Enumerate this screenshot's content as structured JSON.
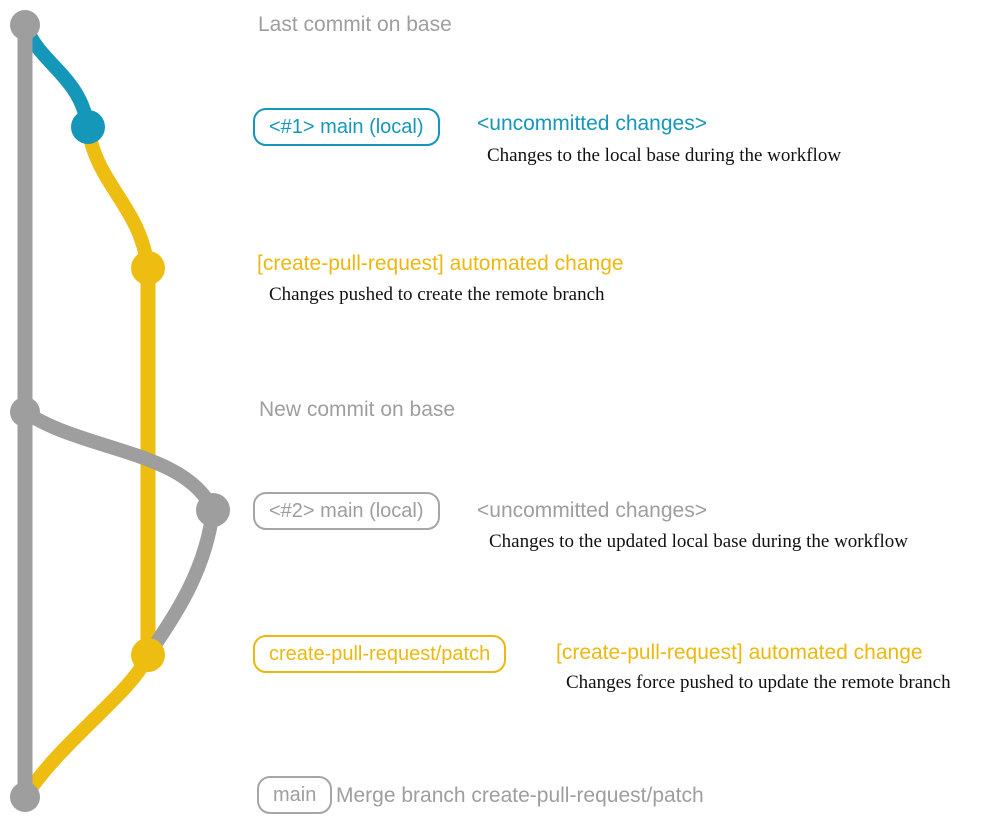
{
  "colors": {
    "gray": "#9e9e9e",
    "blue": "#1597b9",
    "yellow": "#edbd11",
    "note_text": "#111111",
    "background": "#ffffff"
  },
  "graph": {
    "commit_dots": [
      {
        "name": "last-commit-on-base",
        "color": "gray"
      },
      {
        "name": "local-main-commit-1",
        "color": "blue"
      },
      {
        "name": "remote-branch-commit-1",
        "color": "yellow"
      },
      {
        "name": "new-commit-on-base",
        "color": "gray"
      },
      {
        "name": "local-main-commit-2",
        "color": "gray"
      },
      {
        "name": "remote-branch-commit-2",
        "color": "yellow"
      },
      {
        "name": "merge-commit",
        "color": "gray"
      }
    ]
  },
  "rows": [
    {
      "heading": "Last commit on base"
    },
    {
      "badge": "<#1> main (local)",
      "heading": "<uncommitted changes>",
      "note": "Changes to the local base during the workflow"
    },
    {
      "heading": "[create-pull-request] automated change",
      "note": "Changes pushed to create the remote branch"
    },
    {
      "heading": "New commit on base"
    },
    {
      "badge": "<#2> main (local)",
      "heading": "<uncommitted changes>",
      "note": "Changes to the updated local base during the workflow"
    },
    {
      "badge": "create-pull-request/patch",
      "heading": "[create-pull-request] automated change",
      "note": "Changes force pushed to update the remote branch"
    },
    {
      "badge": "main",
      "heading": "Merge branch create-pull-request/patch"
    }
  ]
}
